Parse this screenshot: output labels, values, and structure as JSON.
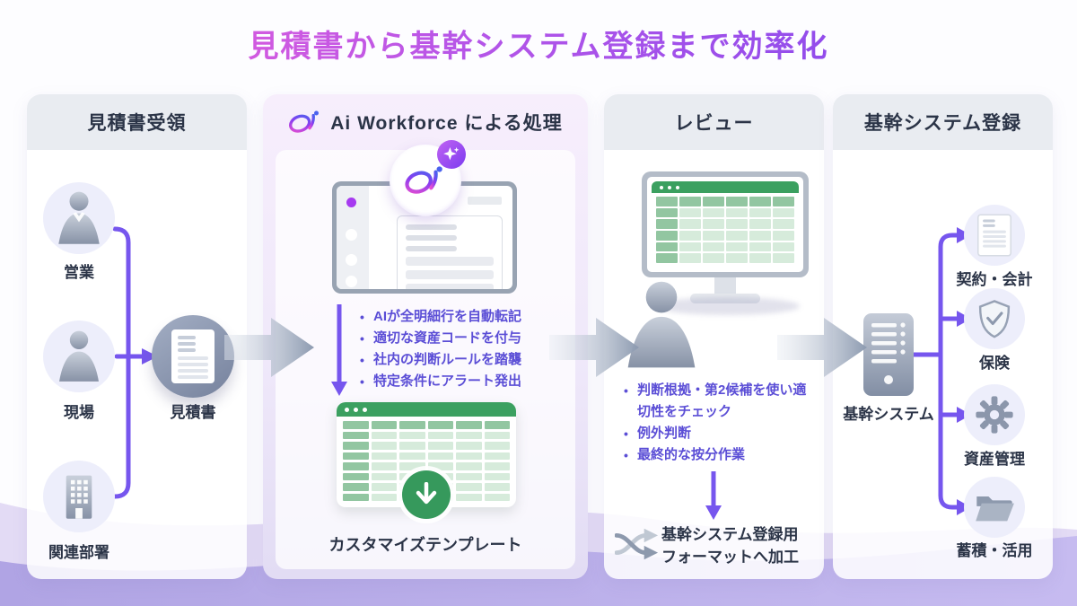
{
  "title": "見積書から基幹システム登録まで効率化",
  "colors": {
    "accent_purple": "#7656ee",
    "bullet_purple": "#5b4ed6",
    "sheet_green": "#3ba060",
    "header_bg": "#e9ecf1",
    "text_dark": "#2b3447",
    "title_gradient": [
      "#f05fd8",
      "#7a46ee"
    ]
  },
  "stages": {
    "receipt": {
      "header": "見積書受領",
      "actors": [
        {
          "label": "営業",
          "icon": "businessman-icon"
        },
        {
          "label": "現場",
          "icon": "person-icon"
        },
        {
          "label": "関連部署",
          "icon": "building-icon"
        }
      ],
      "output": {
        "label": "見積書",
        "icon": "quote-document-icon"
      }
    },
    "ai_processing": {
      "header": "Ai Workforce による処理",
      "logo": "ai-workforce-logo",
      "bullets": [
        "AIが全明細行を自動転記",
        "適切な資産コードを付与",
        "社内の判断ルールを踏襲",
        "特定条件にアラート発出"
      ],
      "template_label": "カスタマイズテンプレート"
    },
    "review": {
      "header": "レビュー",
      "bullets": [
        "判断根拠・第2候補を使い適切性をチェック",
        "例外判断",
        "最終的な按分作業"
      ],
      "footer_line1": "基幹システム登録用",
      "footer_line2": "フォーマットへ加工"
    },
    "registration": {
      "header": "基幹システム登録",
      "source": {
        "label": "基幹システム",
        "icon": "server-icon"
      },
      "targets": [
        {
          "label": "契約・会計",
          "icon": "contract-document-icon"
        },
        {
          "label": "保険",
          "icon": "shield-check-icon"
        },
        {
          "label": "資産管理",
          "icon": "gear-icon"
        },
        {
          "label": "蓄積・活用",
          "icon": "folder-icon"
        }
      ]
    }
  }
}
